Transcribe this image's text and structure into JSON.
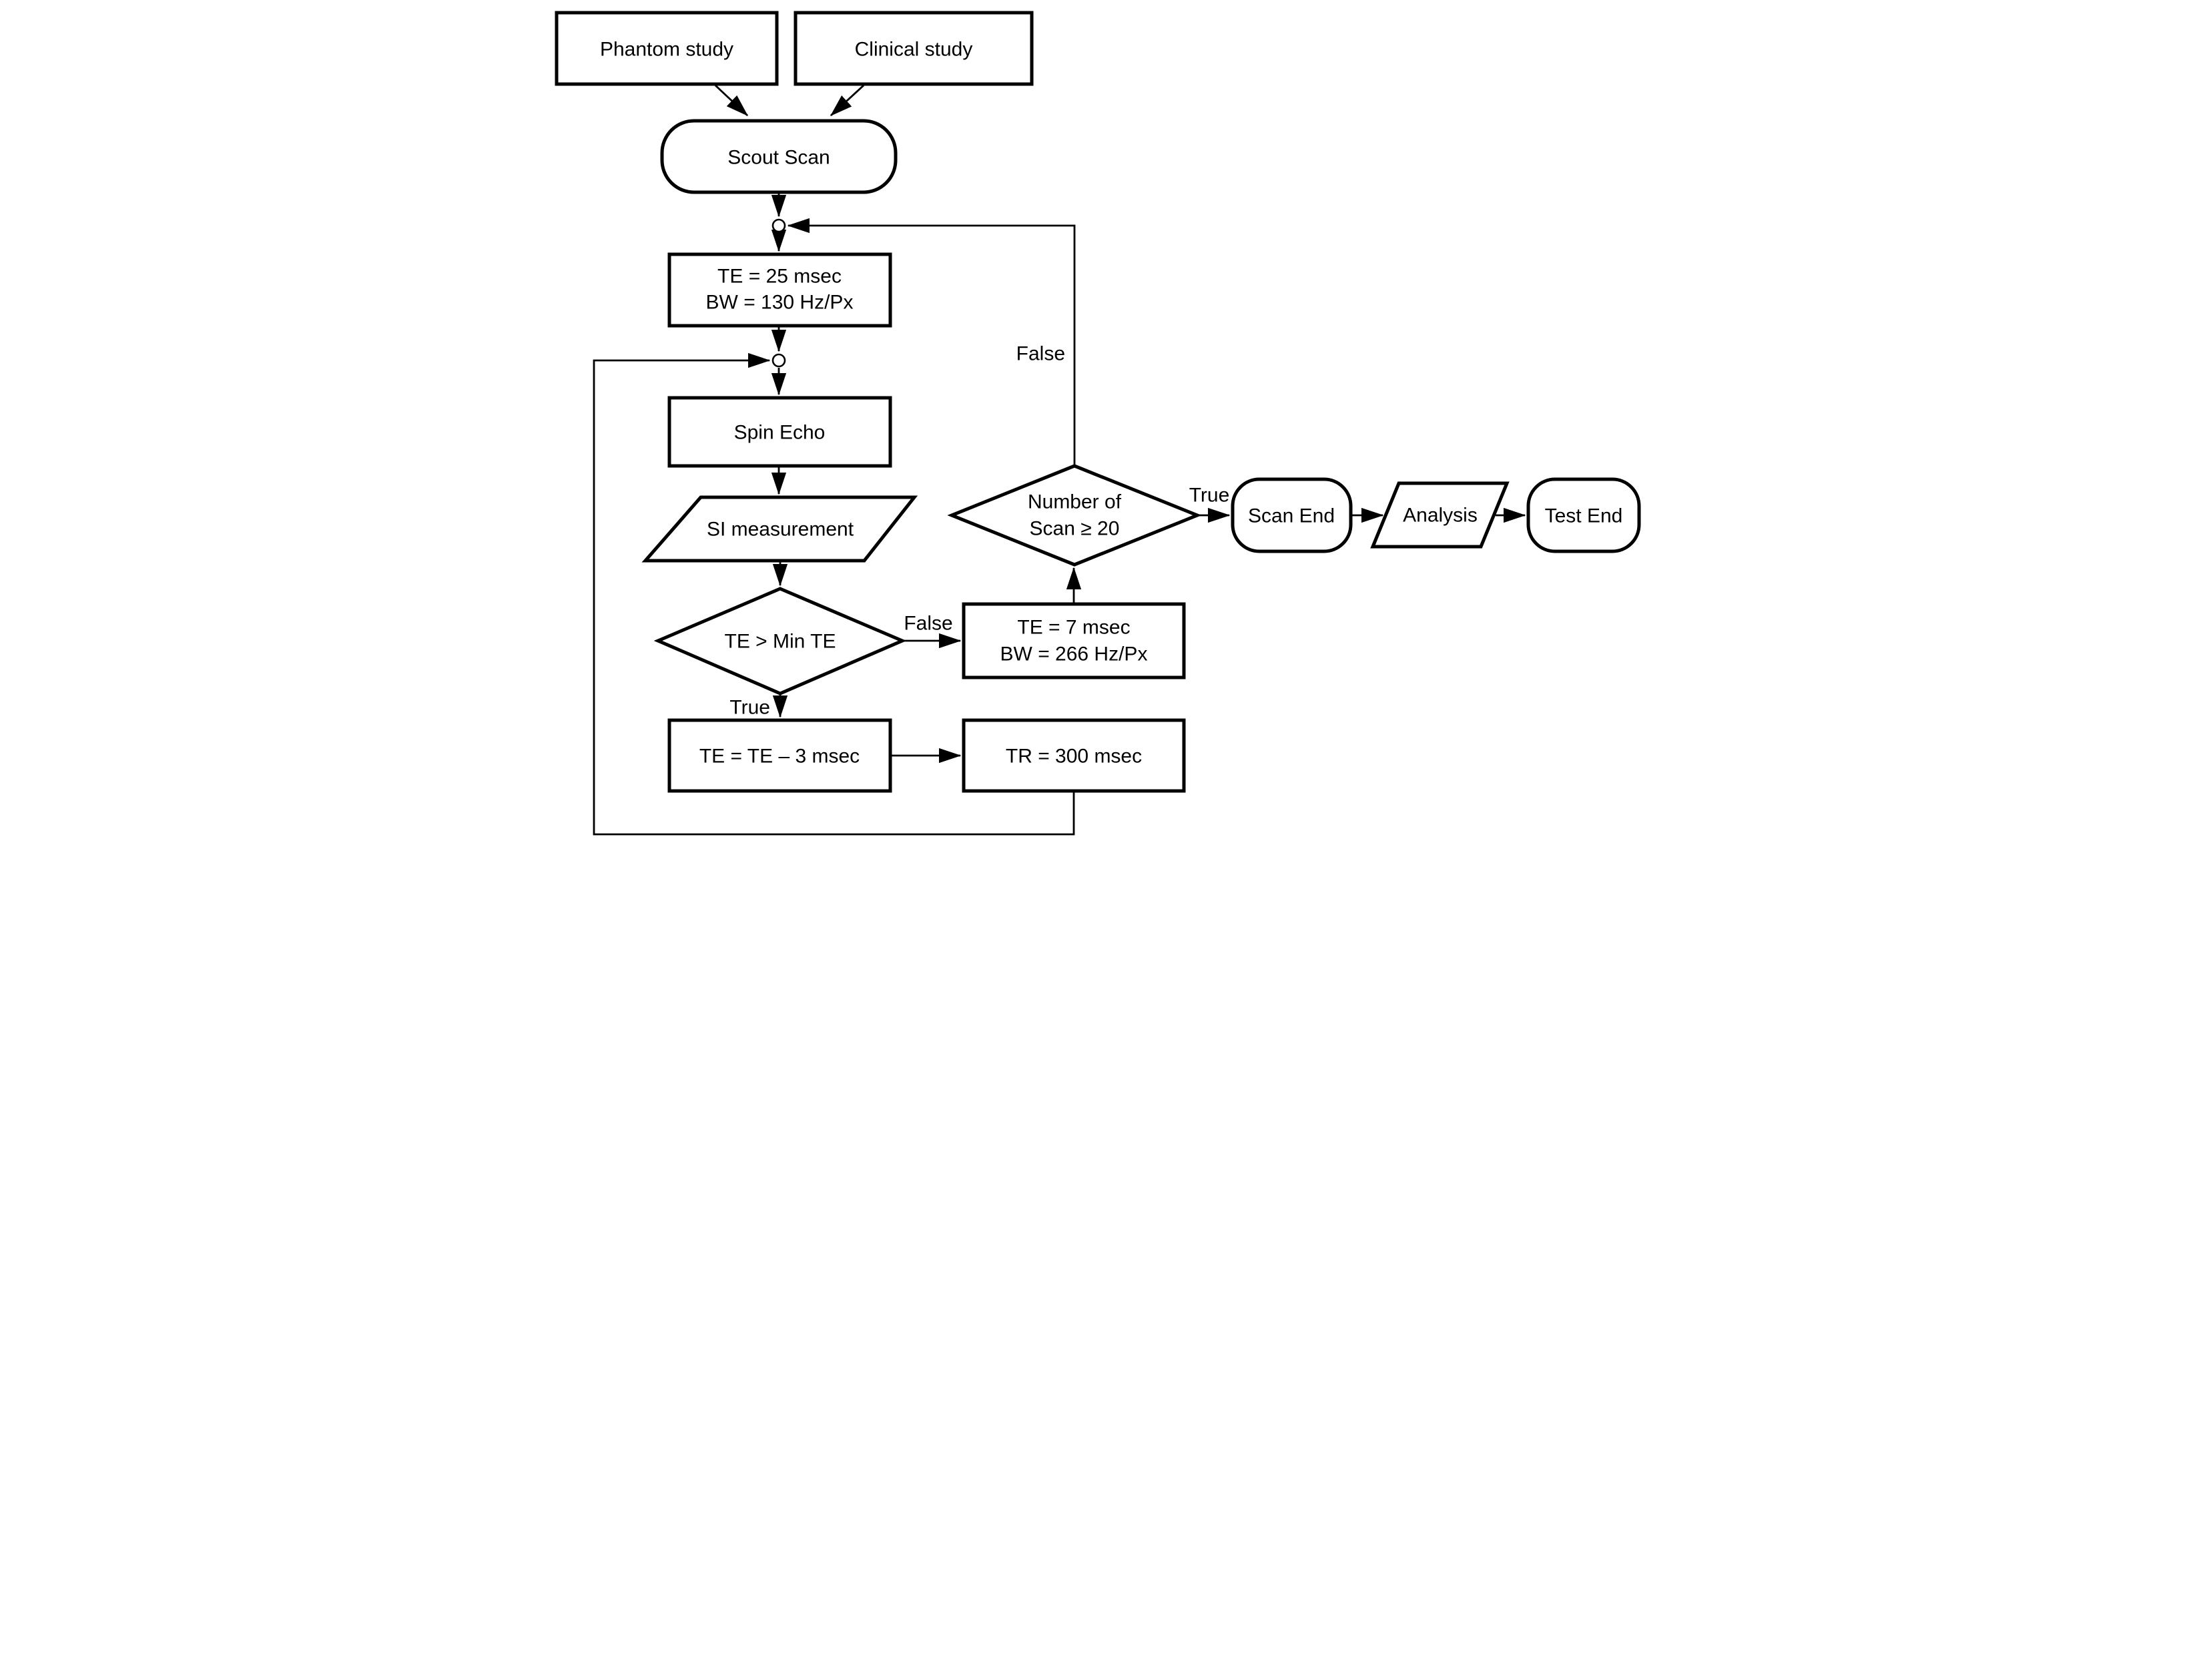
{
  "diagram": {
    "type": "flowchart",
    "background_color": "#ffffff",
    "stroke_color": "#000000",
    "fill_color": "#ffffff",
    "nodes": {
      "phantom": {
        "shape": "rect",
        "label": "Phantom study"
      },
      "clinical": {
        "shape": "rect",
        "label": "Clinical study"
      },
      "scout": {
        "shape": "terminator",
        "label": "Scout Scan"
      },
      "te25": {
        "shape": "rect",
        "lines": [
          "TE = 25 msec",
          "BW = 130 Hz/Px"
        ]
      },
      "spin_echo": {
        "shape": "rect",
        "label": "Spin Echo"
      },
      "si_measurement": {
        "shape": "parallelogram",
        "label": "SI measurement"
      },
      "te_gt_min_te": {
        "shape": "diamond",
        "label": "TE > Min TE"
      },
      "te7": {
        "shape": "rect",
        "lines": [
          "TE = 7 msec",
          "BW = 266 Hz/Px"
        ]
      },
      "number_of_scan": {
        "shape": "diamond",
        "lines": [
          "Number of",
          "Scan ≥ 20"
        ]
      },
      "scan_end": {
        "shape": "terminator",
        "label": "Scan End"
      },
      "analysis": {
        "shape": "parallelogram",
        "label": "Analysis"
      },
      "test_end": {
        "shape": "terminator",
        "label": "Test End"
      },
      "te_minus_3": {
        "shape": "rect",
        "label": "TE = TE – 3 msec"
      },
      "tr_300": {
        "shape": "rect",
        "label": "TR = 300 msec"
      }
    },
    "edge_labels": {
      "te_gt_min_te_false": "False",
      "te_gt_min_te_true": "True",
      "number_of_scan_true": "True",
      "number_of_scan_false": "False"
    }
  }
}
